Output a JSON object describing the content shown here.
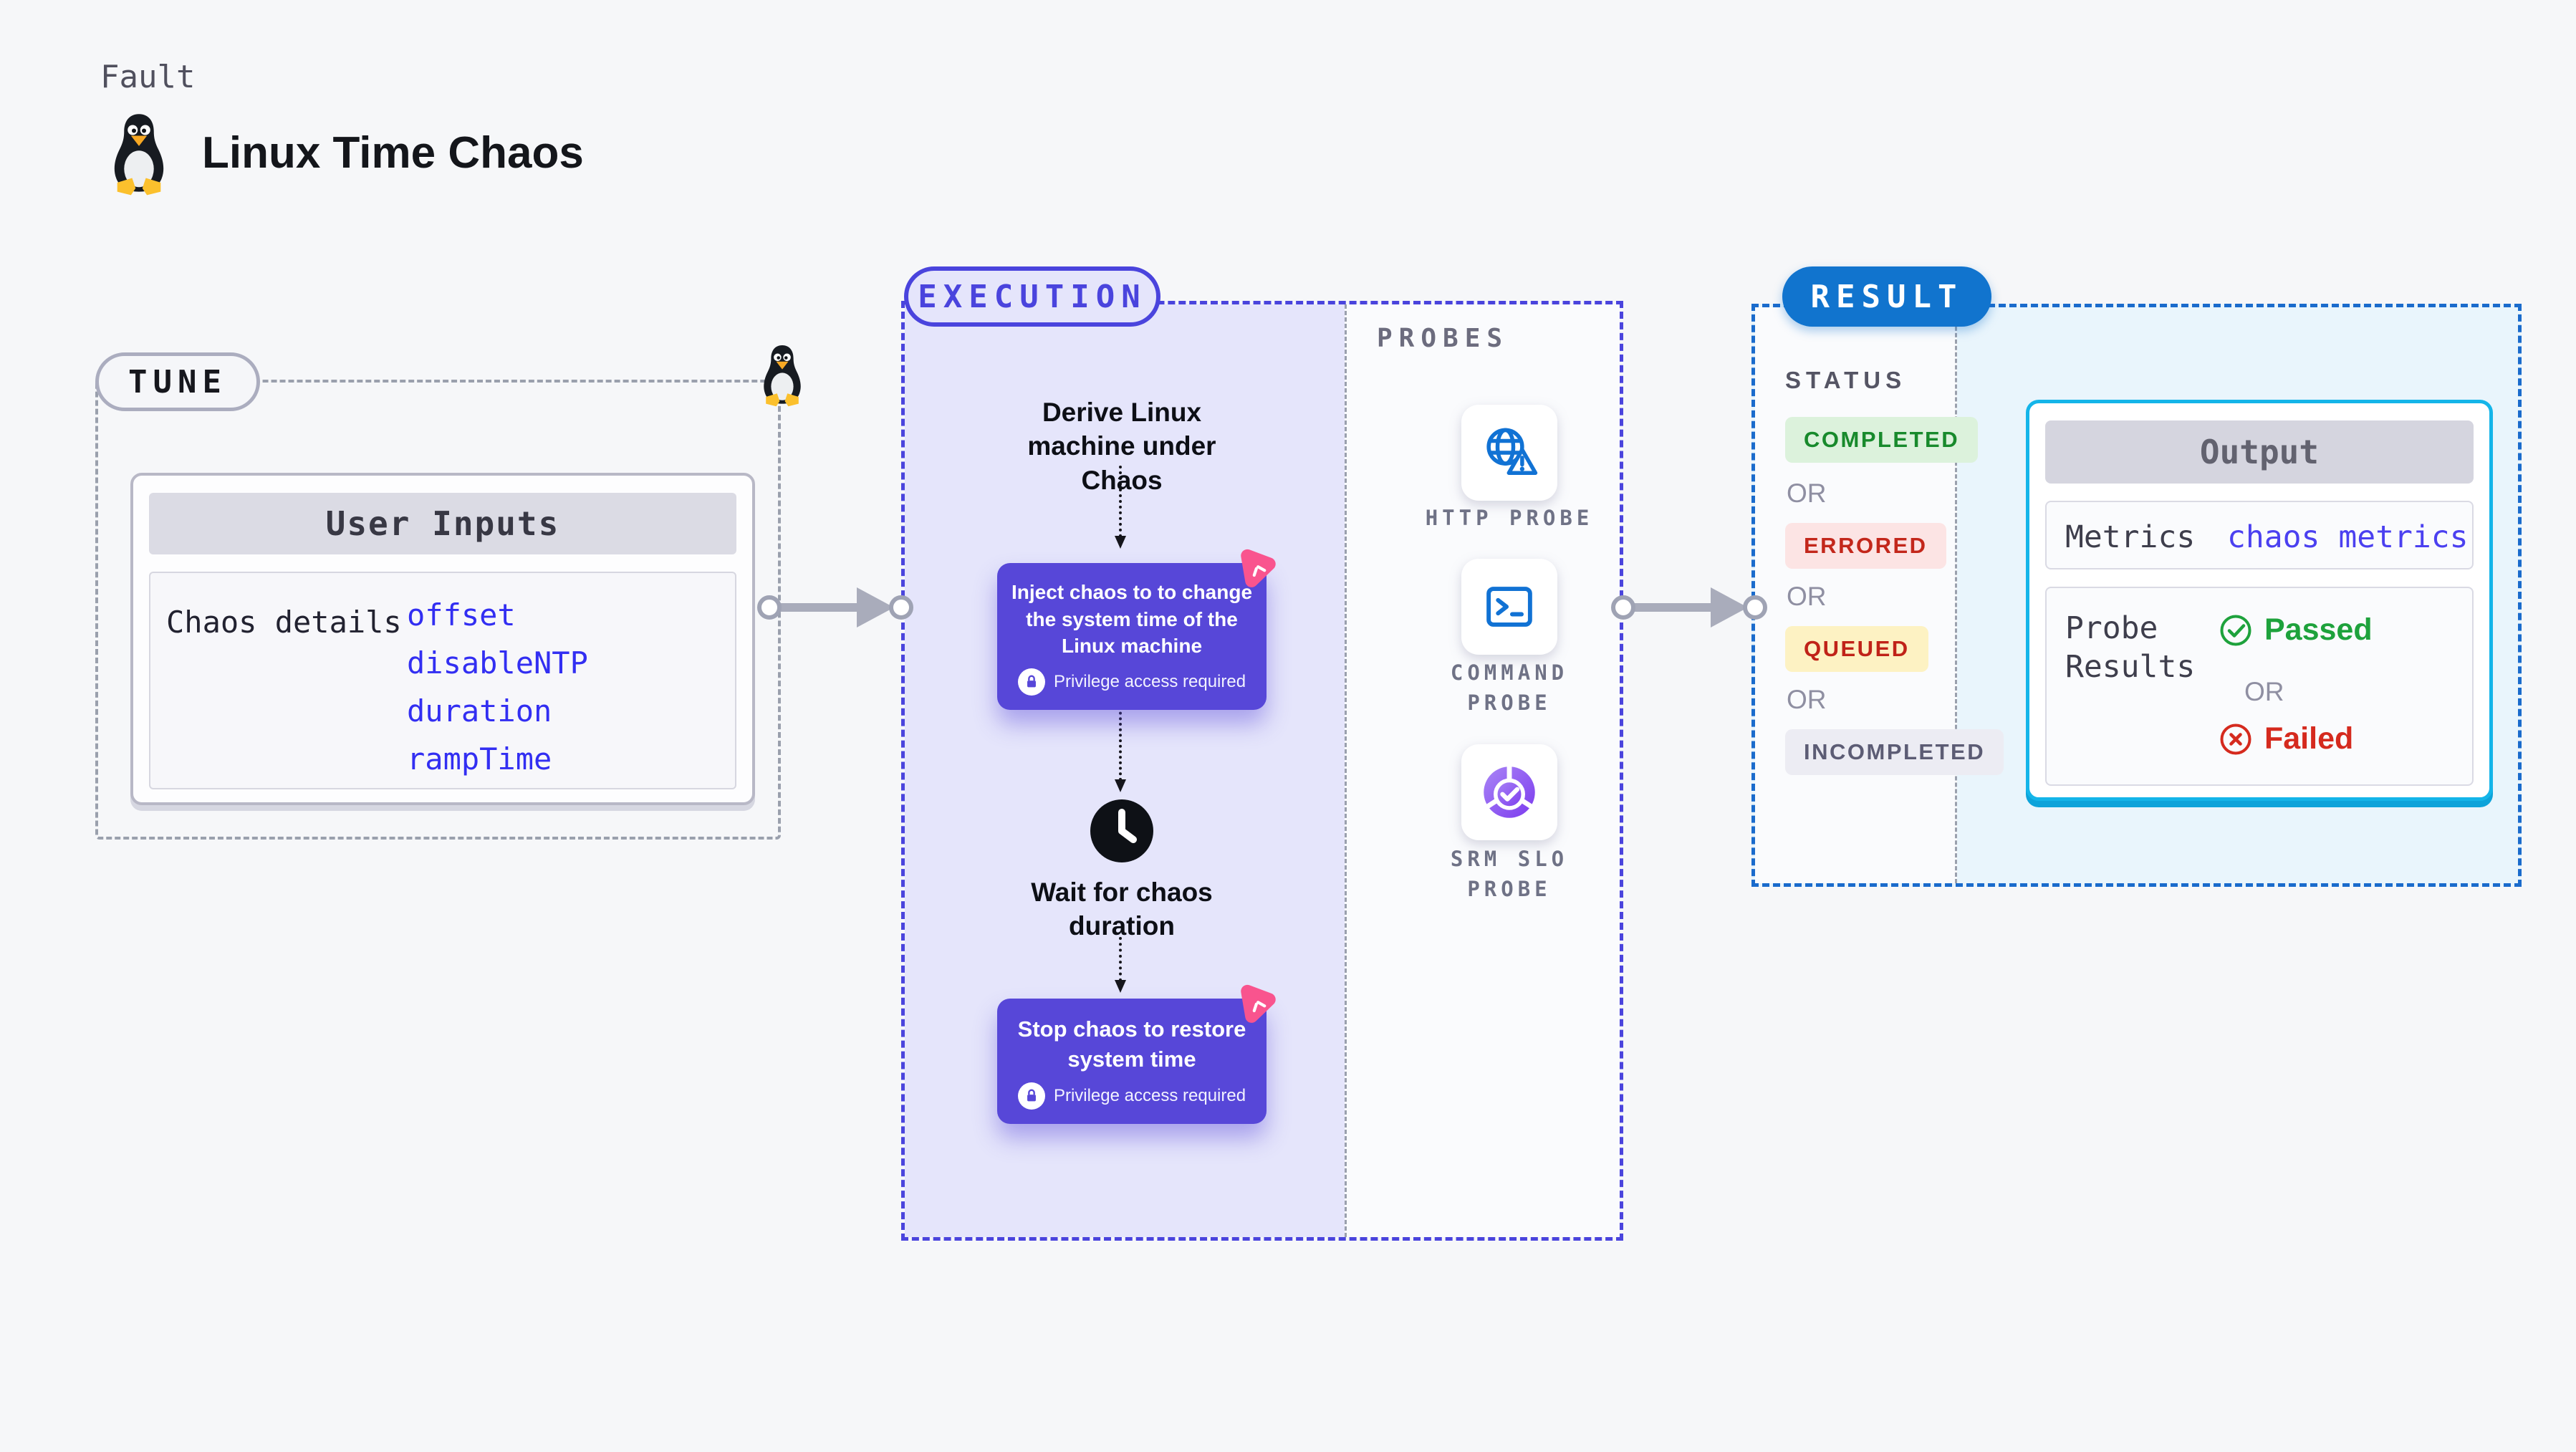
{
  "header": {
    "kicker": "Fault",
    "title": "Linux Time Chaos"
  },
  "tune": {
    "pill": "TUNE",
    "card_title": "User Inputs",
    "row_label": "Chaos details",
    "values": [
      "offset",
      "disableNTP",
      "duration",
      "rampTime"
    ]
  },
  "execution": {
    "pill": "EXECUTION",
    "step_derive": "Derive Linux machine under Chaos",
    "inject_text": "Inject chaos to to change the system time of the Linux machine",
    "privilege_note": "Privilege access required",
    "step_wait": "Wait for chaos duration",
    "stop_text": "Stop chaos to restore system time"
  },
  "probes": {
    "heading": "PROBES",
    "items": [
      {
        "label": "HTTP PROBE",
        "icon": "globe-alert-icon"
      },
      {
        "label": "COMMAND PROBE",
        "icon": "terminal-icon"
      },
      {
        "label": "SRM SLO PROBE",
        "icon": "slo-gauge-icon"
      }
    ]
  },
  "result": {
    "pill": "RESULT",
    "status_heading": "STATUS",
    "or_label": "OR",
    "statuses": [
      {
        "label": "COMPLETED",
        "bg": "#dcf2dc",
        "color": "#188a2c"
      },
      {
        "label": "ERRORED",
        "bg": "#fce4e4",
        "color": "#c3271b"
      },
      {
        "label": "QUEUED",
        "bg": "#fdf2c3",
        "color": "#c02318"
      },
      {
        "label": "INCOMPLETED",
        "bg": "#ececf3",
        "color": "#5c5c74"
      }
    ],
    "output": {
      "title": "Output",
      "metrics_label": "Metrics",
      "metrics_value": "chaos metrics",
      "probe_results_label": "Probe Results",
      "passed": "Passed",
      "or_label": "OR",
      "failed": "Failed"
    }
  },
  "colors": {
    "page_bg": "#f6f7f9",
    "accent_indigo": "#4a44dd",
    "execution_panel": "#e5e5fb",
    "node_purple": "#5747d8",
    "accent_pink": "#f9548e",
    "probe_blue": "#1172d4",
    "result_blue": "#1174ce",
    "result_panel": "#e9f5fc",
    "output_border_cyan": "#14b5e9",
    "value_blue": "#322ef2",
    "passed_green": "#1ea23c",
    "failed_red": "#d52a1e"
  }
}
